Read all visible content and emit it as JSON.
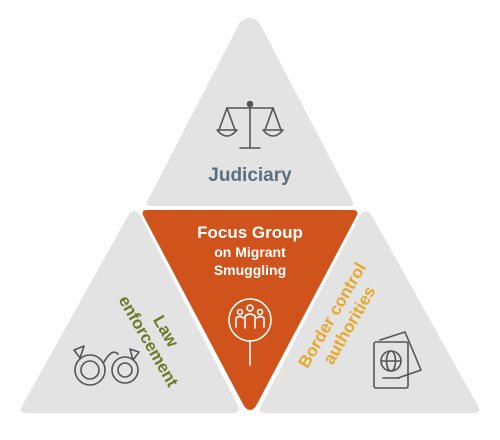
{
  "colors": {
    "background": "#ffffff",
    "triangle_gray": "#e3e3e3",
    "center_orange": "#cf531b",
    "judiciary_text": "#5d6f7e",
    "law_text": "#6e7a27",
    "border_text": "#e7a72b",
    "icon_stroke": "#555555",
    "center_text": "#ffffff"
  },
  "diagram": {
    "top": {
      "label": "Judiciary",
      "icon": "scales-of-justice-icon"
    },
    "left": {
      "label_line1": "Law",
      "label_line2": "enforcement",
      "icon": "handcuffs-icon"
    },
    "right": {
      "label_line1": "Border control",
      "label_line2": "authorities",
      "icon": "passport-icon"
    },
    "center": {
      "line1": "Focus Group",
      "line2": "on Migrant",
      "line3": "Smuggling",
      "icon": "group-magnifier-icon"
    }
  }
}
